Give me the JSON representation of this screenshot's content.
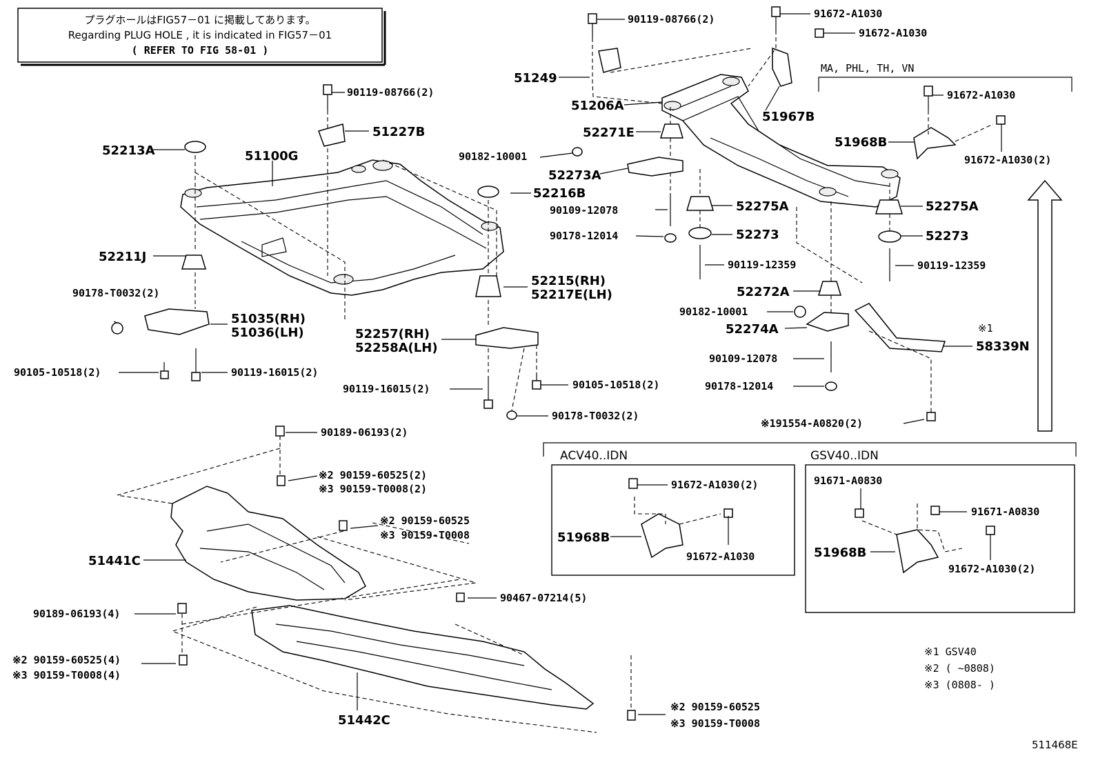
{
  "notice": {
    "jp": "プラグホールはFIG57－01 に掲載してあります。",
    "en": "Regarding PLUG HOLE , it is indicated in FIG57－01",
    "ref": "( REFER TO FIG 58-01 )"
  },
  "labels": {
    "l1": "90119-08766(2)",
    "l2": "51249",
    "l3": "91672-A1030",
    "l4": "91672-A1030",
    "l5": "90119-08766(2)",
    "l6": "51227B",
    "l7": "52213A",
    "l8": "51100G",
    "l9": "51206A",
    "l10": "51967B",
    "l11": "52271E",
    "l12": "90182-10001",
    "l13": "52273A",
    "l14": "52216B",
    "l15": "90109-12078",
    "l16": "52275A",
    "l17": "90178-12014",
    "l18": "52273",
    "l19": "52211J",
    "l20": "90119-12359",
    "l21": "52215(RH)",
    "l22": "52217E(LH)",
    "l23": "52272A",
    "l24": "90178-T0032(2)",
    "l25": "51035(RH)",
    "l26": "51036(LH)",
    "l27": "90182-10001",
    "l28": "52274A",
    "l29": "52257(RH)",
    "l30": "52258A(LH)",
    "l31": "90109-12078",
    "l32": "90105-10518(2)",
    "l33": "90119-16015(2)",
    "l34": "90178-12014",
    "l35": "90119-16015(2)",
    "l36": "90105-10518(2)",
    "l37": "90178-T0032(2)",
    "l38": "※191554-A0820(2)",
    "l39": "90189-06193(2)",
    "l40": "※2 90159-60525(2)",
    "l41": "※3 90159-T0008(2)",
    "l42": "※2 90159-60525",
    "l43": "※3 90159-T0008",
    "l44": "51441C",
    "l45": "90467-07214(5)",
    "l46": "90189-06193(4)",
    "l47": "※2 90159-60525(4)",
    "l48": "※3 90159-T0008(4)",
    "l49": "51442C",
    "l50": "※2  90159-60525",
    "l51": "※3  90159-T0008",
    "l52": "91672-A1030",
    "l53": "51968B",
    "l54": "91672-A1030(2)",
    "l55": "52275A",
    "l56": "52273",
    "l57": "90119-12359",
    "l58": "※1",
    "l59": "58339N",
    "l60": "91672-A1030(2)",
    "l61": "51968B",
    "l62": "91672-A1030",
    "l63": "91671-A0830",
    "l64": "91671-A0830",
    "l65": "51968B",
    "l66": "91672-A1030(2)"
  },
  "regions": {
    "ma": "MA, PHL, TH, VN",
    "acv": "ACV40..IDN",
    "gsv": "GSV40..IDN"
  },
  "footnotes": {
    "n1": "※1  GSV40",
    "n2": "※2  (      ~0808)",
    "n3": "※3  (0808-      )"
  },
  "figure_id": "511468E"
}
